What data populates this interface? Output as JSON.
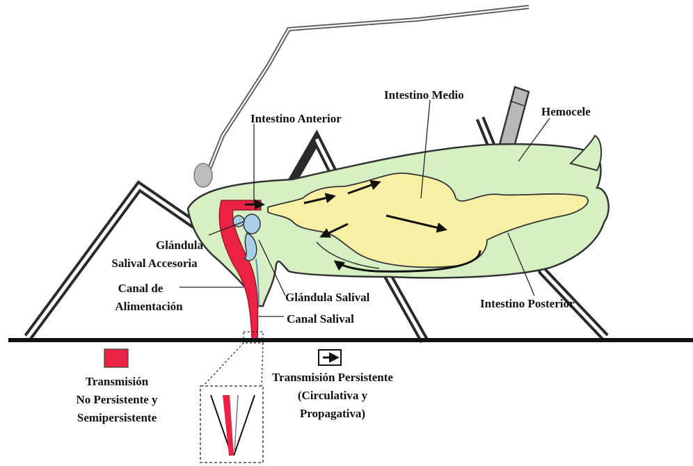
{
  "labels": {
    "intestino_anterior": "Intestino Anterior",
    "intestino_medio": "Intestino Medio",
    "hemocele": "Hemocele",
    "glandula_accesoria_1": "Glándula",
    "glandula_accesoria_2": "Salival Accesoria",
    "canal_alimentacion_1": "Canal de",
    "canal_alimentacion_2": "Alimentación",
    "glandula_salival": "Glándula Salival",
    "canal_salival": "Canal Salival",
    "intestino_posterior": "Intestino Posterior"
  },
  "legend": {
    "non_persistent_1": "Transmisión",
    "non_persistent_2": "No Persistente y",
    "non_persistent_3": "Semipersistente",
    "persistent_1": "Transmisión Persistente",
    "persistent_2": "(Circulativa y",
    "persistent_3": "Propagativa)"
  },
  "colors": {
    "body": "#d6f0c4",
    "gut": "#f6efa4",
    "channel": "#ec2244",
    "gland": "#a9cfe8",
    "legs": "#2a2a2a"
  },
  "icons": {
    "legend_red": "red-square-icon",
    "legend_arrow": "boxed-arrow-icon"
  }
}
